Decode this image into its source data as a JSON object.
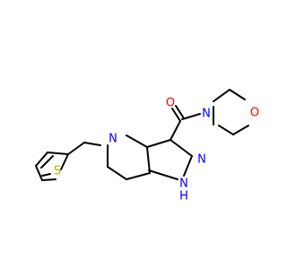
{
  "diagram": {
    "type": "chemical-structure",
    "colors": {
      "bond": "#000000",
      "O": "#ff0000",
      "N": "#0000ff",
      "S": "#b2b200"
    },
    "labels": {
      "carbonyl_o": "O",
      "morpholine_n": "N",
      "morpholine_o": "O",
      "ring_n5": "N",
      "pyrazole_n2": "N",
      "pyrazole_n1h": "N",
      "pyrazole_h": "H",
      "thiophene_s": "S"
    }
  }
}
